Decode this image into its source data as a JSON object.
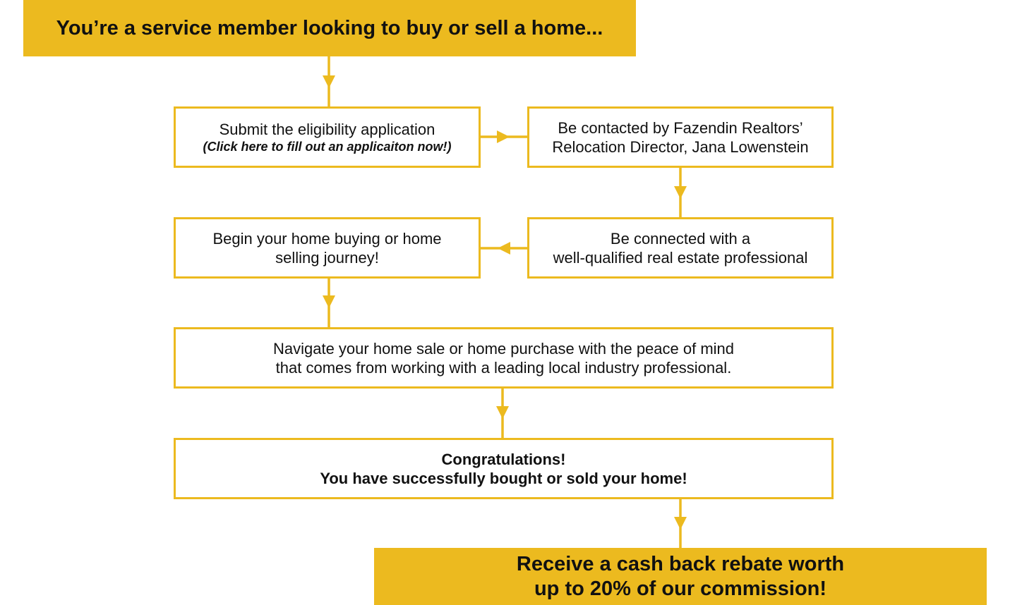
{
  "colors": {
    "accent": "#ECBA1F",
    "text": "#111111",
    "background": "#ffffff"
  },
  "header": {
    "text": "You’re a service member looking to buy or sell a home..."
  },
  "steps": {
    "submit_application": {
      "line1": "Submit the eligibility application",
      "line2": "(Click here to fill out an applicaiton now!)"
    },
    "contacted": {
      "line1": "Be contacted by Fazendin Realtors’",
      "line2": "Relocation Director, Jana Lowenstein"
    },
    "connected": {
      "line1": "Be connected with a",
      "line2": "well-qualified real estate professional"
    },
    "begin_journey": {
      "line1": "Begin your home buying or home",
      "line2": "selling journey!"
    },
    "navigate": {
      "line1": "Navigate your home sale or home purchase with the peace of mind",
      "line2": "that comes from working with a leading local industry professional."
    },
    "congratulations": {
      "line1": "Congratulations!",
      "line2": "You have successfully bought or sold your home!"
    }
  },
  "final": {
    "line1": "Receive a cash back rebate worth",
    "line2": "up to 20% of our commission!"
  }
}
